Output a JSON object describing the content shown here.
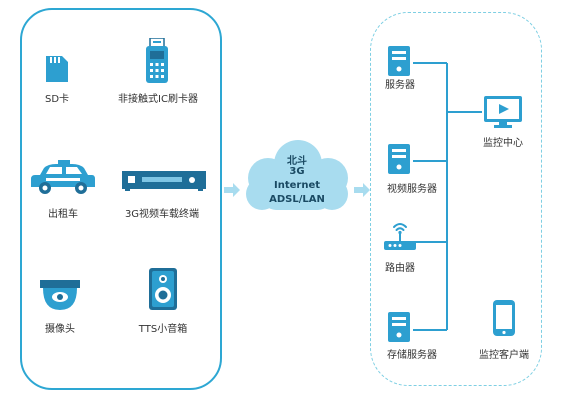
{
  "devices": {
    "sd_card": "SD卡",
    "card_reader": "非接触式IC刷卡器",
    "taxi": "出租车",
    "terminal": "3G视频车载终端",
    "camera": "摄像头",
    "speaker": "TTS小音箱"
  },
  "network": {
    "line1": "北斗",
    "line2": "3G",
    "line3": "Internet",
    "line4": "ADSL/LAN"
  },
  "servers": {
    "server": "服务器",
    "video_server": "视频服务器",
    "router": "路由器",
    "storage_server": "存储服务器",
    "monitor_center": "监控中心",
    "monitor_client": "监控客户端"
  },
  "colors": {
    "primary": "#2d9fd0",
    "dark": "#1f6e98",
    "light": "#a8dcef",
    "dashed_border": "#7ecfe3",
    "solid_border": "#2da7d3"
  }
}
